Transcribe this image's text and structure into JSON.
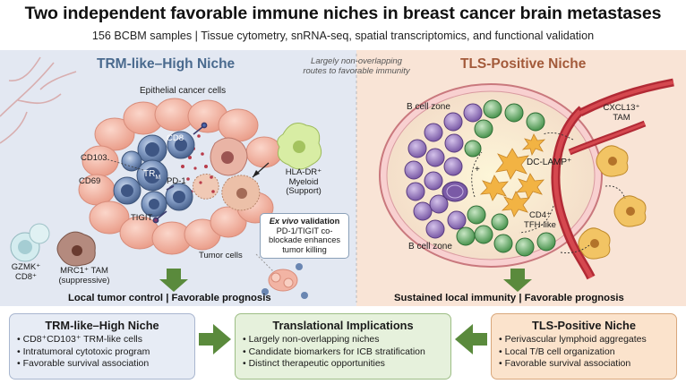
{
  "header": {
    "title": "Two independent favorable immune niches in breast cancer brain metastases",
    "subtitle": "156 BCBM samples | Tissue cytometry, snRNA-seq, spatial transcriptomics, and functional validation"
  },
  "left_panel": {
    "title": "TRM-like–High Niche",
    "labels": {
      "epithelial": "Epithelial cancer cells",
      "cd8": "CD8",
      "cd103": "CD103",
      "trm": "TR",
      "trm_sub": "M",
      "cd69": "CD69",
      "pd1": "PD-1",
      "tigit": "TIGIT",
      "hla_line1": "HLA-DR⁺",
      "hla_line2": "Myeloid",
      "hla_line3": "(Support)",
      "tumor_cells": "Tumor cells",
      "gzmk_line1": "GZMK⁺",
      "gzmk_line2": "CD8⁺",
      "mrc1_line1": "MRC1⁺ TAM",
      "mrc1_line2": "(suppressive)"
    },
    "ex_vivo": {
      "head_italic": "Ex vivo",
      "head_rest": " validation",
      "line1": "PD-1/TIGIT co-",
      "line2": "blockade enhances",
      "line3": "tumor killing"
    },
    "outcome": "Local tumor control | Favorable prognosis"
  },
  "center_note": {
    "line1": "Largely non-overlapping",
    "line2": "routes to favorable immunity"
  },
  "right_panel": {
    "title": "TLS-Positive Niche",
    "labels": {
      "bzone_top": "B cell zone",
      "bzone_bottom": "B cell zone",
      "cxcl13_line1": "CXCL13⁺",
      "cxcl13_line2": "TAM",
      "dclamp": "DC-LAMP⁺",
      "cd4_line1": "CD4⁺",
      "cd4_line2": "TFH-like",
      "plus": "+"
    },
    "outcome": "Sustained local immunity | Favorable prognosis"
  },
  "bottom": {
    "left_box": {
      "title": "TRM-like–High Niche",
      "items": [
        "CD8⁺CD103⁺ TRM-like cells",
        "Intratumoral cytotoxic program",
        "Favorable survival association"
      ]
    },
    "center_box": {
      "title": "Translational Implications",
      "items": [
        "Largely non-overlapping niches",
        "Candidate biomarkers for ICB stratification",
        "Distinct therapeutic opportunities"
      ]
    },
    "right_box": {
      "title": "TLS-Positive Niche",
      "items": [
        "Perivascular lymphoid aggregates",
        "Local T/B cell organization",
        "Favorable survival association"
      ]
    }
  },
  "colors": {
    "left_bg": "#e3e8f2",
    "right_bg": "#f9e4d6",
    "epithelial": "#f3b6a6",
    "tcell": "#6a86b2",
    "bcell": "#8a6bb0",
    "tcell_green": "#58a562",
    "arrow_green": "#5a8a3c",
    "left_box_bg": "#e7ecf5",
    "center_box_bg": "#e6f1dc",
    "right_box_bg": "#fbe3cc"
  }
}
